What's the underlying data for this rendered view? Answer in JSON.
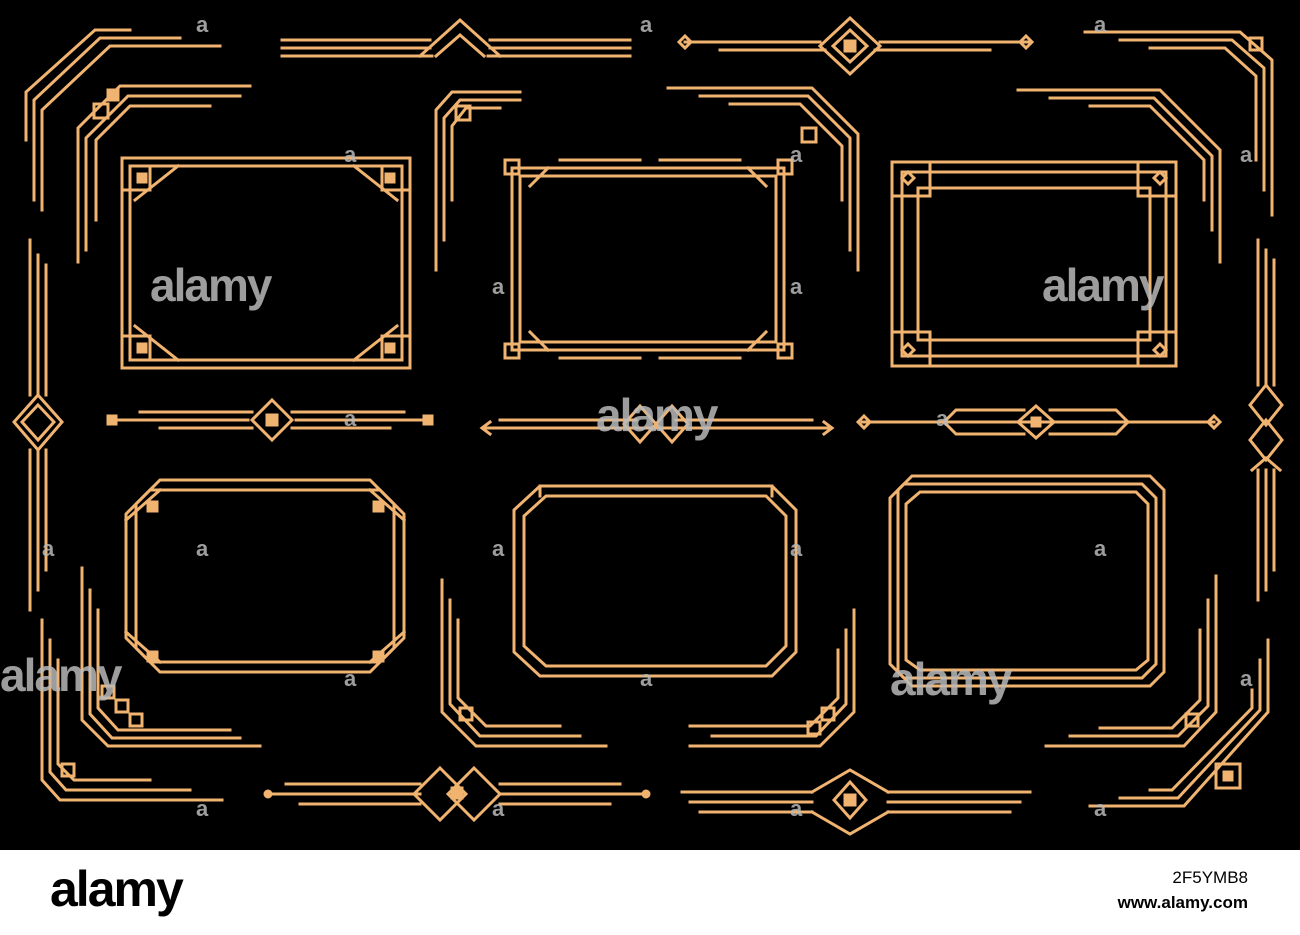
{
  "image": {
    "colors": {
      "background": "#000000",
      "ornament": "#f0b370",
      "footer": "#ffffff"
    },
    "watermark_text": "alamy",
    "watermark_glyph": "a",
    "frame_styles": [
      "notched-corner-frame",
      "square-corner-frame",
      "diamond-corner-frame",
      "octagon-dot-frame",
      "octagon-double-frame",
      "triple-line-frame"
    ]
  },
  "footer": {
    "logo": "alamy",
    "image_id": "2F5YMB8",
    "url": "www.alamy.com"
  }
}
